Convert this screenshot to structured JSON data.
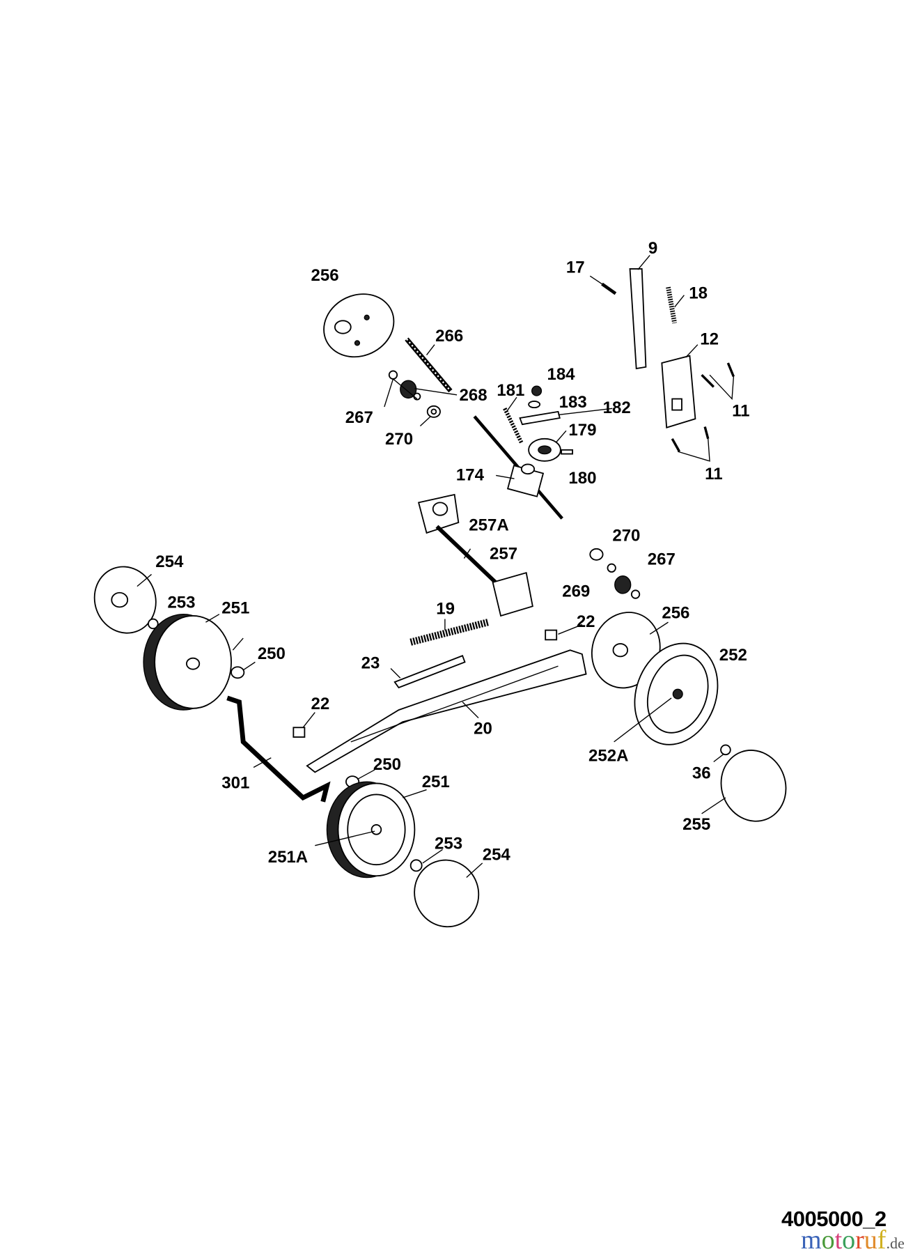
{
  "diagram": {
    "callouts": [
      "256",
      "266",
      "268",
      "267",
      "270",
      "181",
      "184",
      "183",
      "182",
      "179",
      "180",
      "174",
      "17",
      "9",
      "18",
      "12",
      "11",
      "11",
      "257A",
      "257",
      "270",
      "267",
      "269",
      "254",
      "253",
      "251",
      "250",
      "19",
      "22",
      "256",
      "252",
      "23",
      "20",
      "22",
      "252A",
      "36",
      "255",
      "301",
      "250",
      "251",
      "251A",
      "253",
      "254"
    ],
    "drawing_number": "4005000_2",
    "watermark": {
      "letters": [
        "m",
        "o",
        "t",
        "o",
        "r",
        "u",
        "f"
      ],
      "suffix": ".de"
    }
  }
}
